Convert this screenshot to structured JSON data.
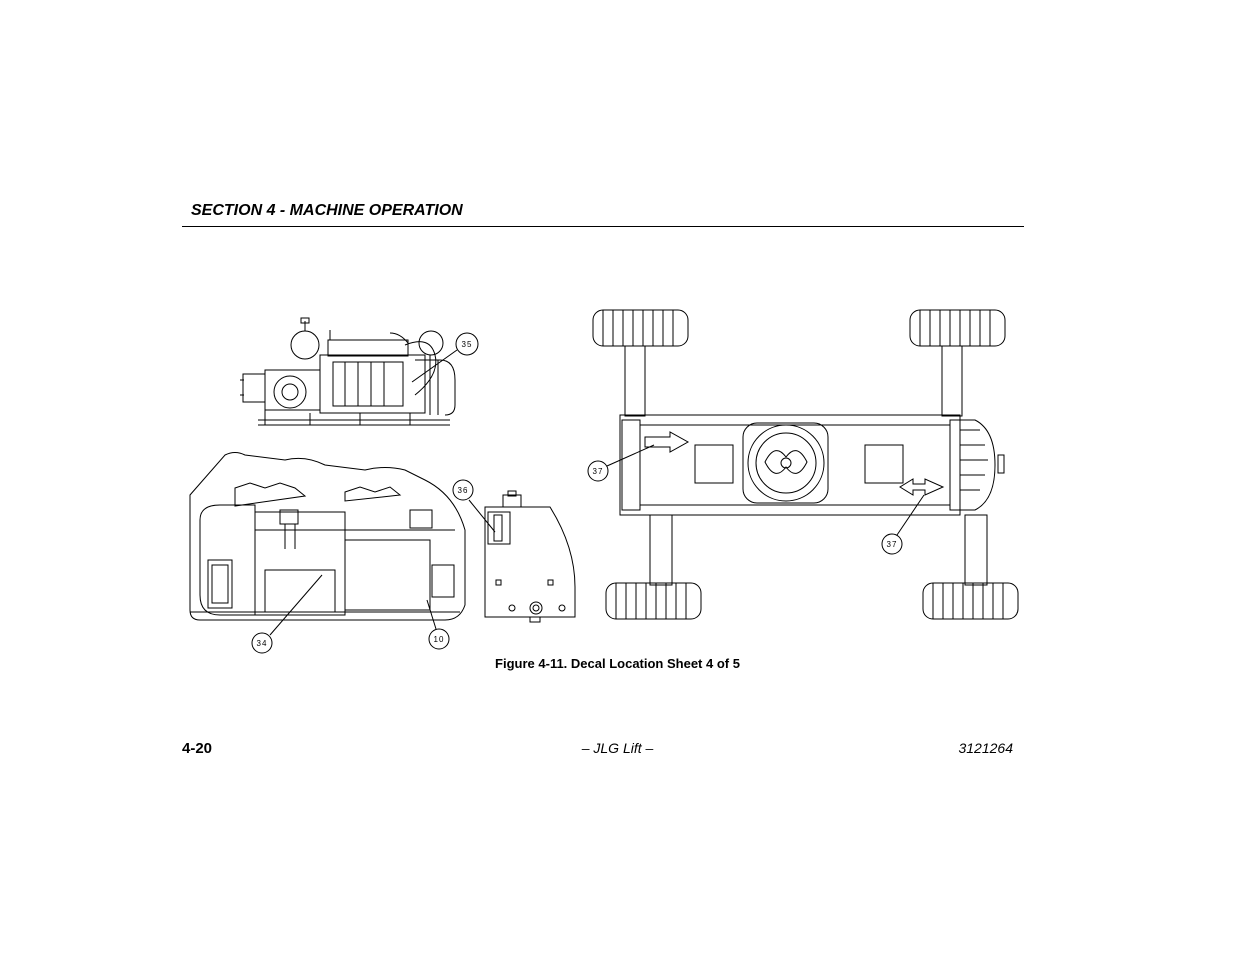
{
  "header": {
    "section_title": "SECTION 4 - MACHINE OPERATION"
  },
  "figure": {
    "caption": "Figure 4-11. Decal Location Sheet 4 of 5",
    "callouts": {
      "c35": "35",
      "c36": "36",
      "c37a": "37",
      "c37b": "37",
      "c34": "34",
      "c10": "10"
    }
  },
  "footer": {
    "page_number": "4-20",
    "center_text": "– JLG Lift –",
    "doc_number": "3121264"
  }
}
